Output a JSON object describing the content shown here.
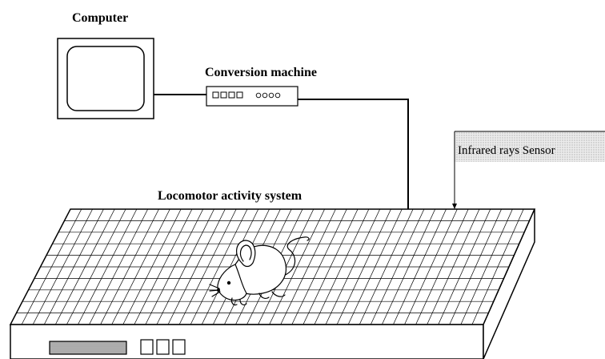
{
  "labels": {
    "computer": "Computer",
    "conversion_machine": "Conversion machine",
    "locomotor_system": "Locomotor activity system",
    "sensor": "Infrared rays Sensor"
  },
  "icons": {
    "computer": "computer-monitor-icon",
    "converter": "conversion-machine-icon",
    "mouse": "mouse-icon",
    "platform": "activity-platform-icon"
  },
  "colors": {
    "line": "#000000",
    "sensor_box_fill": "#dcdcdc",
    "display_fill": "#bdbdbd"
  }
}
